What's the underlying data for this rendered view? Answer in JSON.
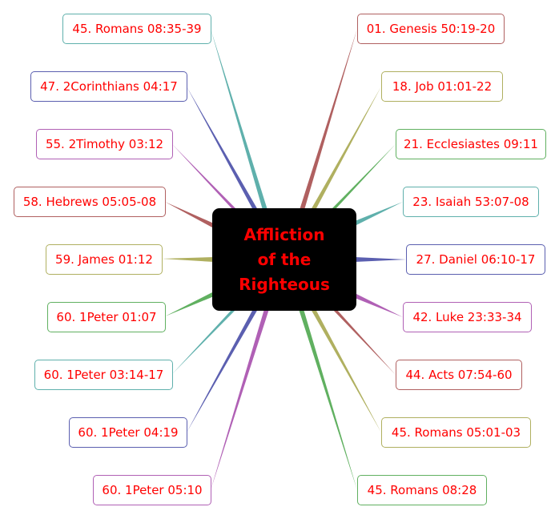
{
  "central_topic": {
    "line1": "Affliction",
    "line2": "of the",
    "line3": "Righteous",
    "background": "#000000",
    "text_color": "#ff0000"
  },
  "colors": {
    "teal": "#5fb0ac",
    "indigo": "#5b5fb0",
    "purple": "#b060b5",
    "brownred": "#b06060",
    "olive": "#b0b060",
    "green": "#60b060",
    "text": "#ff0000"
  },
  "left_branches": [
    {
      "label": "45. Romans 08:35-39",
      "color": "#5fb0ac"
    },
    {
      "label": "47. 2Corinthians 04:17",
      "color": "#5b5fb0"
    },
    {
      "label": "55. 2Timothy 03:12",
      "color": "#b060b5"
    },
    {
      "label": "58. Hebrews 05:05-08",
      "color": "#b06060"
    },
    {
      "label": "59. James 01:12",
      "color": "#b0b060"
    },
    {
      "label": "60. 1Peter 01:07",
      "color": "#60b060"
    },
    {
      "label": "60. 1Peter 03:14-17",
      "color": "#5fb0ac"
    },
    {
      "label": "60. 1Peter 04:19",
      "color": "#5b5fb0"
    },
    {
      "label": "60. 1Peter 05:10",
      "color": "#b060b5"
    }
  ],
  "right_branches": [
    {
      "label": "01. Genesis 50:19-20",
      "color": "#b06060"
    },
    {
      "label": "18. Job 01:01-22",
      "color": "#b0b060"
    },
    {
      "label": "21. Ecclesiastes 09:11",
      "color": "#60b060"
    },
    {
      "label": "23. Isaiah 53:07-08",
      "color": "#5fb0ac"
    },
    {
      "label": "27. Daniel 06:10-17",
      "color": "#5b5fb0"
    },
    {
      "label": "42. Luke 23:33-34",
      "color": "#b060b5"
    },
    {
      "label": "44. Acts 07:54-60",
      "color": "#b06060"
    },
    {
      "label": "45. Romans 05:01-03",
      "color": "#b0b060"
    },
    {
      "label": "45. Romans 08:28",
      "color": "#60b060"
    }
  ]
}
